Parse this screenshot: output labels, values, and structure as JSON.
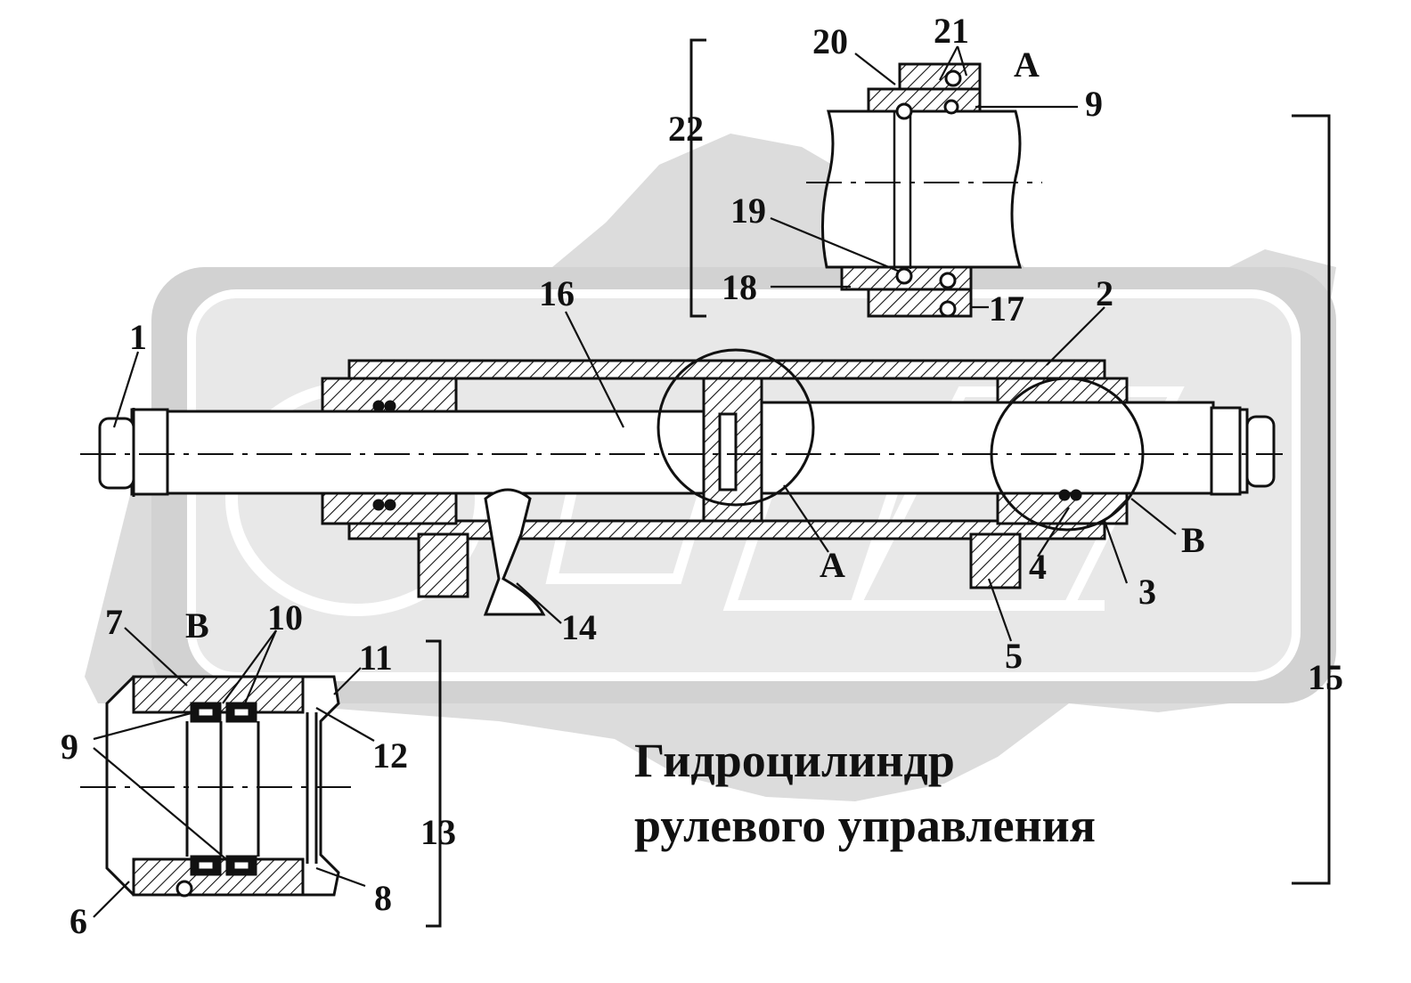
{
  "title_lines": [
    "Гидроцилиндр",
    "рулевого управления"
  ],
  "detail_labels": {
    "A_top": "A",
    "A_main": "A",
    "B_main": "B",
    "B_detail": "B"
  },
  "callouts": {
    "c1": "1",
    "c2": "2",
    "c3": "3",
    "c4": "4",
    "c5": "5",
    "c6": "6",
    "c7": "7",
    "c8": "8",
    "c9_top": "9",
    "c9_left": "9",
    "c10": "10",
    "c11": "11",
    "c12": "12",
    "c13": "13",
    "c14": "14",
    "c15": "15",
    "c16": "16",
    "c17": "17",
    "c18": "18",
    "c19": "19",
    "c20": "20",
    "c21": "21",
    "c22": "22"
  },
  "colors": {
    "ink": "#111111",
    "watermark": "#d9d9d9",
    "watermark_inner": "#e6e6e6",
    "paper": "#ffffff"
  }
}
